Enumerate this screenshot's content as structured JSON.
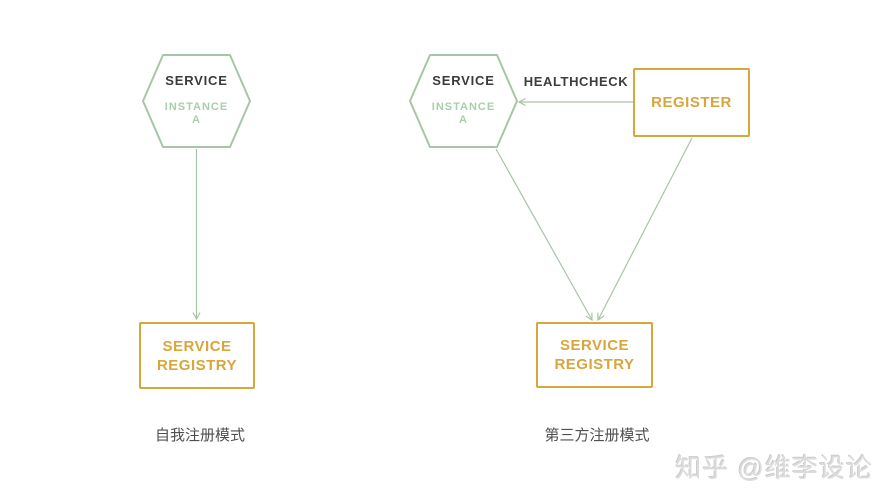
{
  "colors": {
    "background": "#ffffff",
    "hexagon_border": "#a5c7a5",
    "hexagon_title_text": "#3b3b3b",
    "hexagon_subtitle_text": "#abcdab",
    "gold_box_accent": "#d7a63c",
    "connector_line": "#a9c3a9",
    "caption_text": "#4f4f4f",
    "watermark_text": "#dcdcdc"
  },
  "left_diagram": {
    "service_hexagon": {
      "title": "SERVICE",
      "subtitle_line1": "INSTANCE",
      "subtitle_line2": "A"
    },
    "service_registry_box": {
      "line1": "SERVICE",
      "line2": "REGISTRY"
    },
    "caption": "自我注册模式"
  },
  "right_diagram": {
    "service_hexagon": {
      "title": "SERVICE",
      "subtitle_line1": "INSTANCE",
      "subtitle_line2": "A"
    },
    "healthcheck_label": "HEALTHCHECK",
    "register_box": {
      "label": "REGISTER"
    },
    "service_registry_box": {
      "line1": "SERVICE",
      "line2": "REGISTRY"
    },
    "caption": "第三方注册模式"
  },
  "watermark": {
    "text": "知乎 @维李设论"
  }
}
